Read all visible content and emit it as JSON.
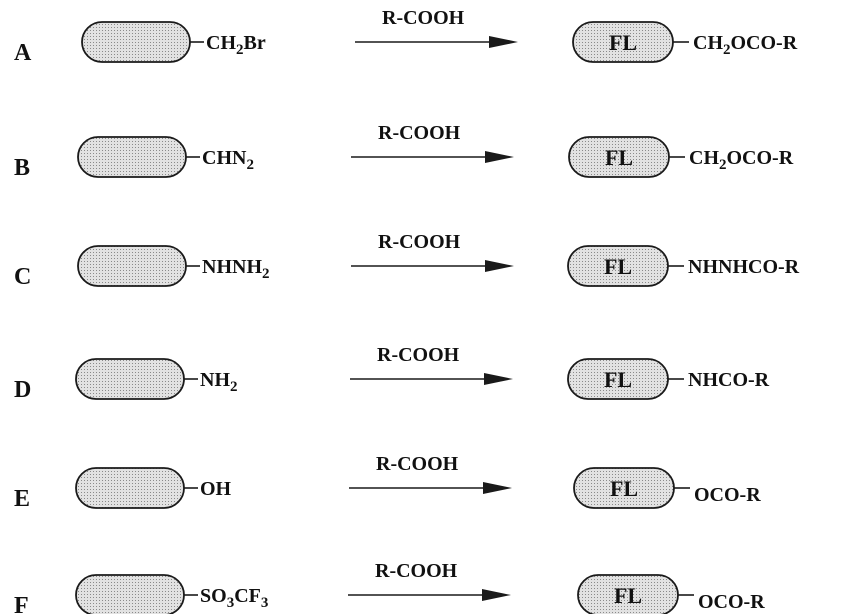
{
  "reagent_label": "R-COOH",
  "product_core_label": "FL",
  "rows": [
    {
      "letter": "A",
      "reactant_group": [
        {
          "t": "CH"
        },
        {
          "t": "2",
          "sub": true
        },
        {
          "t": "Br"
        }
      ],
      "product_group": [
        {
          "t": "CH"
        },
        {
          "t": "2",
          "sub": true
        },
        {
          "t": "OCO-R"
        }
      ]
    },
    {
      "letter": "B",
      "reactant_group": [
        {
          "t": "CHN"
        },
        {
          "t": "2",
          "sub": true
        }
      ],
      "product_group": [
        {
          "t": "CH"
        },
        {
          "t": "2",
          "sub": true
        },
        {
          "t": "OCO-R"
        }
      ]
    },
    {
      "letter": "C",
      "reactant_group": [
        {
          "t": "NHNH"
        },
        {
          "t": "2",
          "sub": true
        }
      ],
      "product_group": [
        {
          "t": "NHNHCO-R"
        }
      ]
    },
    {
      "letter": "D",
      "reactant_group": [
        {
          "t": "NH"
        },
        {
          "t": "2",
          "sub": true
        }
      ],
      "product_group": [
        {
          "t": "NHCO-R"
        }
      ]
    },
    {
      "letter": "E",
      "reactant_group": [
        {
          "t": "OH"
        }
      ],
      "product_group": [
        {
          "t": "OCO-R"
        }
      ]
    },
    {
      "letter": "F",
      "reactant_group": [
        {
          "t": "SO"
        },
        {
          "t": "3",
          "sub": true
        },
        {
          "t": "CF"
        },
        {
          "t": "3",
          "sub": true
        }
      ],
      "product_group": [
        {
          "t": "OCO-R"
        }
      ]
    }
  ]
}
